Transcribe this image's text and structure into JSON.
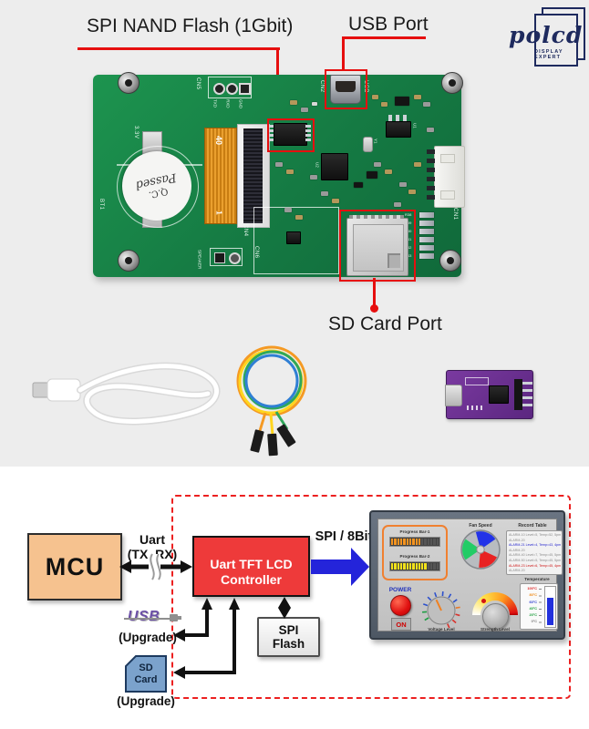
{
  "annotations": {
    "spi_nand": "SPI NAND Flash (1Gbit)",
    "usb_port": "USB Port",
    "sd_card_port": "SD Card Port"
  },
  "logo": {
    "name": "polcd",
    "tagline": "DISPLAY EXPERT"
  },
  "pcb": {
    "labels": {
      "cn5": "CN5",
      "txd": "TXD",
      "rxd": "RXD",
      "gnd": "GND",
      "v33": "3.3V",
      "qc_line1": "Q.C.",
      "qc_line2": "Passed",
      "bt1": "BT1",
      "ffc_top": "40",
      "ffc_bottom": "1",
      "cn4": "CN4",
      "cn6": "CN6",
      "speaker": "SPEAKER",
      "cn2": "CN2",
      "usb": "USB",
      "u1": "U1",
      "u2": "U2",
      "y1": "Y1",
      "cn1": "CN1"
    },
    "resistor_labels": [
      "R38",
      "R39",
      "R40",
      "R41",
      "R42",
      "R43"
    ]
  },
  "diagram": {
    "mcu": "MCU",
    "uart_label_line1": "Uart",
    "uart_label_line2": "(TX, RX)",
    "controller_line1": "Uart TFT LCD",
    "controller_line2": "Controller",
    "spi_bus_label": "SPI / 8Bit",
    "spi_flash_line1": "SPI",
    "spi_flash_line2": "Flash",
    "usb_logo": "USB",
    "usb_upgrade": "(Upgrade)",
    "sd_card_line1": "SD",
    "sd_card_line2": "Card",
    "sd_upgrade": "(Upgrade)",
    "colors": {
      "dashed_border": "#ec2020",
      "mcu_fill": "#f6c28f",
      "controller_fill": "#ee3a3a",
      "bus_arrow": "#2424da",
      "sd_fill": "#7ba2cc"
    }
  },
  "display_ui": {
    "progress_panel": {
      "bar1_label": "Progress Bar-1",
      "bar2_label": "Progress Bar-2",
      "bar1": {
        "filled": 10,
        "total": 16,
        "color": "#f59420"
      },
      "bar2": {
        "filled": 12,
        "total": 16,
        "color": "#f2e21c"
      }
    },
    "fan": {
      "title": "Fan Speed"
    },
    "record_table": {
      "title": "Record Table",
      "rows": [
        {
          "text": "ALARM-10 Level=5, Temp=52, 5pm",
          "color": "#8a8a8a"
        },
        {
          "text": "ALARM-20",
          "color": "#8a8a8a"
        },
        {
          "text": "ALARM-21 Level=4, Temp=43, 4pm",
          "color": "#2222cc"
        },
        {
          "text": "ALARM-20",
          "color": "#8a8a8a"
        },
        {
          "text": "ALARM-40 Level=7, Temp=45, 5pm",
          "color": "#8a8a8a"
        },
        {
          "text": "ALARM-50 Level=5, Temp=45, 5pm",
          "color": "#8a8a8a"
        },
        {
          "text": "ALARM-23 Level=6, Temp=45, 4pm",
          "color": "#cc1111"
        },
        {
          "text": "ALARM-20",
          "color": "#8a8a8a"
        }
      ]
    },
    "power": {
      "label": "POWER",
      "button": "ON"
    },
    "knob_label": "Voltage Level",
    "gauge_label": "Strength Level",
    "temperature": {
      "title": "Temperature",
      "scale": [
        {
          "text": "100°C",
          "color": "#dd2222"
        },
        {
          "text": "80°C",
          "color": "#ee8811"
        },
        {
          "text": "60°C",
          "color": "#2233cc"
        },
        {
          "text": "40°C",
          "color": "#119933"
        },
        {
          "text": "20°C",
          "color": "#119933"
        },
        {
          "text": "0°C",
          "color": "#777777"
        }
      ]
    }
  }
}
